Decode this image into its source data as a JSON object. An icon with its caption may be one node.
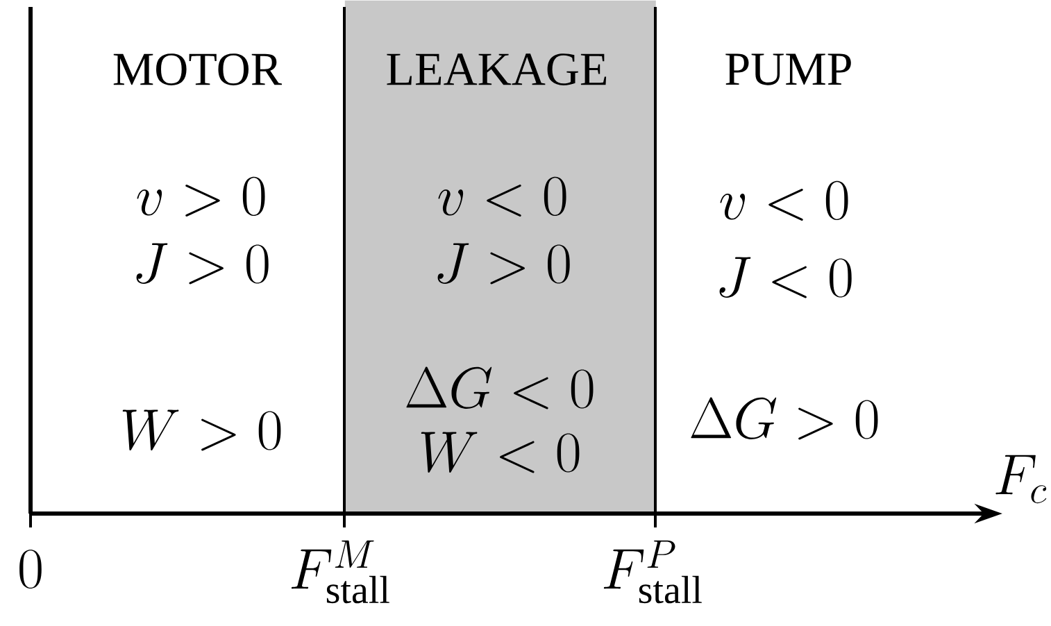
{
  "diagram": {
    "nodes": [
      {
        "text": [
          "MOTOR",
          "v > 0",
          "J > 0",
          "W > 0"
        ]
      },
      {
        "text": [
          "LEAKAGE",
          "v < 0",
          "J > 0",
          "\\Delta G < 0",
          "W < 0"
        ]
      },
      {
        "text": [
          "PUMP",
          "v < 0",
          "J < 0",
          "\\Delta G > 0"
        ]
      }
    ],
    "labels": [
      "0",
      "F_{\\mathrm{stall}}^M",
      "F_{\\mathrm{stall}}^P",
      "F_c"
    ]
  }
}
